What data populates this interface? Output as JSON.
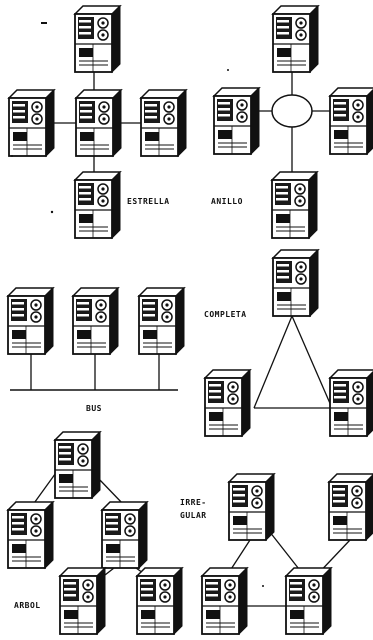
{
  "labels": {
    "estrella": "ESTRELLA",
    "anillo": "ANILLO",
    "completa": "COMPLETA",
    "bus": "BUS",
    "arbol": "ARBOL",
    "irregular_line1": "IRRE-",
    "irregular_line2": "GULAR"
  },
  "colors": {
    "ink": "#111111",
    "paper": "#ffffff"
  }
}
